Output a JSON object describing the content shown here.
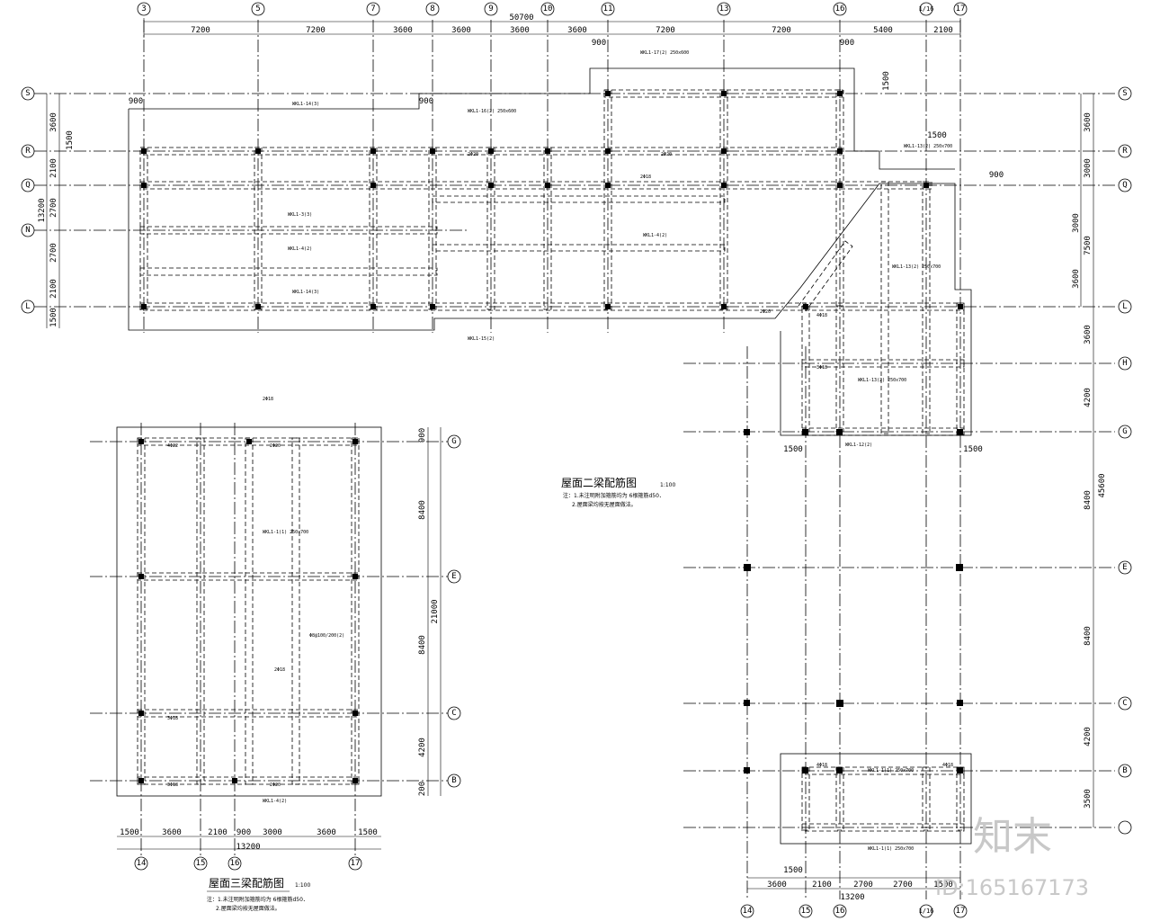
{
  "plans": {
    "roof2": {
      "title": "屋面二梁配筋图",
      "scale": "1:100",
      "notes": [
        "注：1.未注明附加箍筋均为 6根箍筋d50．",
        "2.屋面梁均按无屋面做法。"
      ]
    },
    "roof3": {
      "title": "屋面三梁配筋图",
      "scale": "1:100",
      "notes": [
        "注：1.未注明附加箍筋均为 6根箍筋d50．",
        "2.屋面梁均按无屋面做法。"
      ]
    }
  },
  "top_axes": [
    "3",
    "5",
    "7",
    "8",
    "9",
    "10",
    "11",
    "13",
    "16",
    "1/16",
    "17"
  ],
  "left_axes": [
    "S",
    "R",
    "Q",
    "N",
    "L"
  ],
  "right_axes": [
    "S",
    "R",
    "Q",
    "L",
    "H",
    "G",
    "E",
    "C",
    "B"
  ],
  "bottom_axes_a": [
    "14",
    "15",
    "16",
    "17"
  ],
  "bottom_axes_b": [
    "14",
    "15",
    "16",
    "1/16",
    "17"
  ],
  "grid_c_axes": [
    "G",
    "E",
    "C",
    "B"
  ],
  "top_total": "50700",
  "top_spans": [
    "7200",
    "7200",
    "3600",
    "3600",
    "3600",
    "3600",
    "7200",
    "7200",
    "5400",
    "2100"
  ],
  "top_marks": [
    "900",
    "900"
  ],
  "left_spans": [
    "3600",
    "2100",
    "2700",
    "2700",
    "2100",
    "1500"
  ],
  "left_total": "13200",
  "right_spans_top": [
    "3600",
    "3000",
    "3000",
    "3600"
  ],
  "right_total_top": "7500",
  "right_spans_bottom": [
    "3600",
    "4200",
    "8400",
    "8400",
    "4200",
    "3500"
  ],
  "right_total_bottom": "45600",
  "local_marks": [
    "900",
    "900",
    "1500",
    "1500",
    "1500",
    "900",
    "1500",
    "1500"
  ],
  "c_side_spans": [
    "900",
    "8400",
    "8400",
    "4200",
    "200"
  ],
  "c_side_total": "21000",
  "c_bottom_spans": [
    "1500",
    "3600",
    "2100",
    "900",
    "3000",
    "3600",
    "1500"
  ],
  "c_bottom_total": "13200",
  "b_bottom_spans": [
    "3600",
    "2100",
    "2700",
    "2700",
    "1500"
  ],
  "b_bottom_total": "13200",
  "beam_labels": [
    "WKL1-14(3)",
    "WKL1-15(2)",
    "WKL1-16(2) 250x600",
    "WKL1-17(2) 250x600",
    "WKL1-12(2)",
    "WKL1-13(2) 250x700",
    "WKL1-3(3)",
    "WKL1-4(2)",
    "WKL1-1(1) 250x700",
    "4Φ18",
    "2Φ20",
    "4Φ22",
    "3Φ18",
    "2Φ18",
    "Φ8@100/200(2)"
  ],
  "watermark": "知末",
  "watermark_id": "ID:165167173"
}
